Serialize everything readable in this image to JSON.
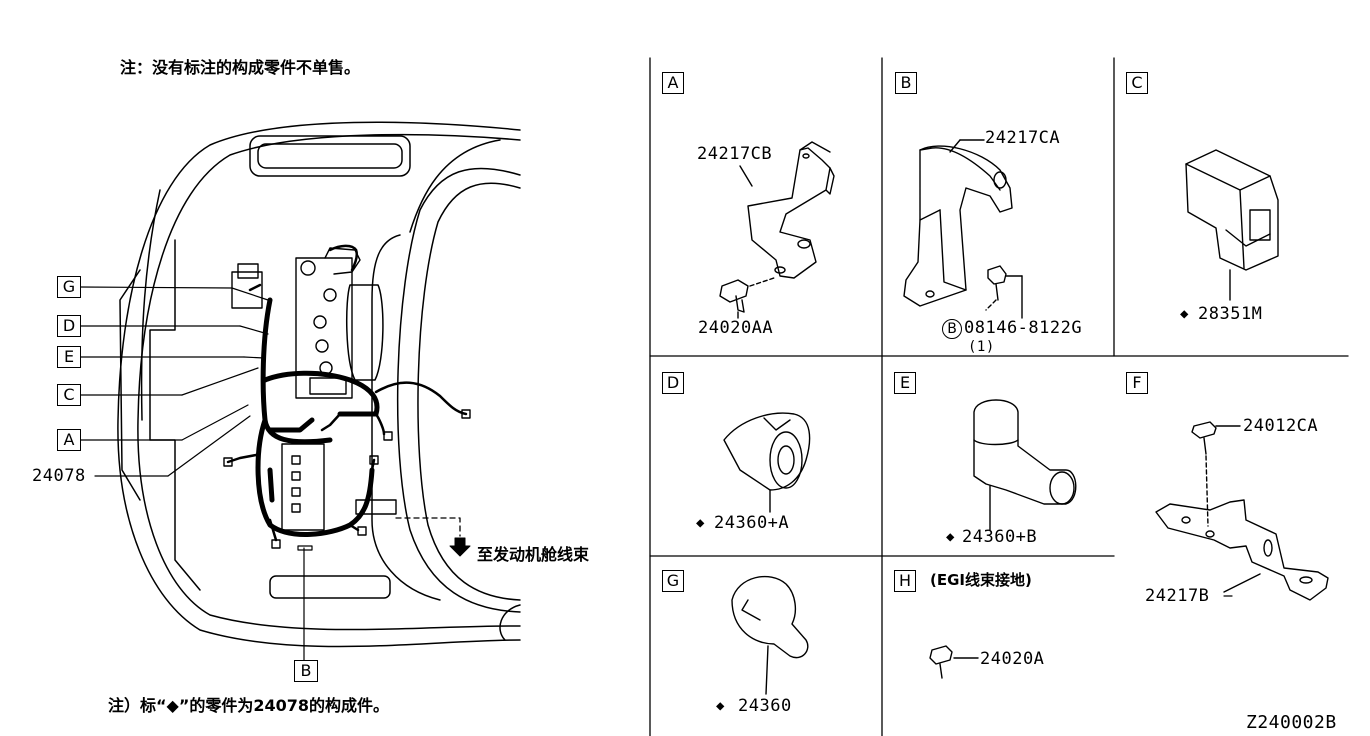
{
  "notes": {
    "top": "注：没有标注的构成零件不单售。",
    "bottom": "注）标“◆”的零件为24078的构成件。",
    "engine_harness": "至发动机舱线束"
  },
  "main_labels": {
    "G": "G",
    "D": "D",
    "E": "E",
    "C": "C",
    "A": "A",
    "B": "B",
    "harness_part": "24078"
  },
  "panels": {
    "A": {
      "letter": "A",
      "part1": "24217CB",
      "part2": "24020AA"
    },
    "B": {
      "letter": "B",
      "part1": "24217CA",
      "bolt": "08146-8122G",
      "bolt_circle": "B",
      "qty": "(1)"
    },
    "C": {
      "letter": "C",
      "marker": "◆",
      "part1": "28351M"
    },
    "D": {
      "letter": "D",
      "marker": "◆",
      "part1": "24360+A"
    },
    "E": {
      "letter": "E",
      "marker": "◆",
      "part1": "24360+B"
    },
    "F": {
      "letter": "F",
      "part1": "24012CA",
      "part2": "24217B"
    },
    "G": {
      "letter": "G",
      "marker": "◆",
      "part1": "24360"
    },
    "H": {
      "letter": "H",
      "caption": "(EGI线束接地)",
      "part1": "24020A"
    }
  },
  "diagram_code": "Z240002B"
}
